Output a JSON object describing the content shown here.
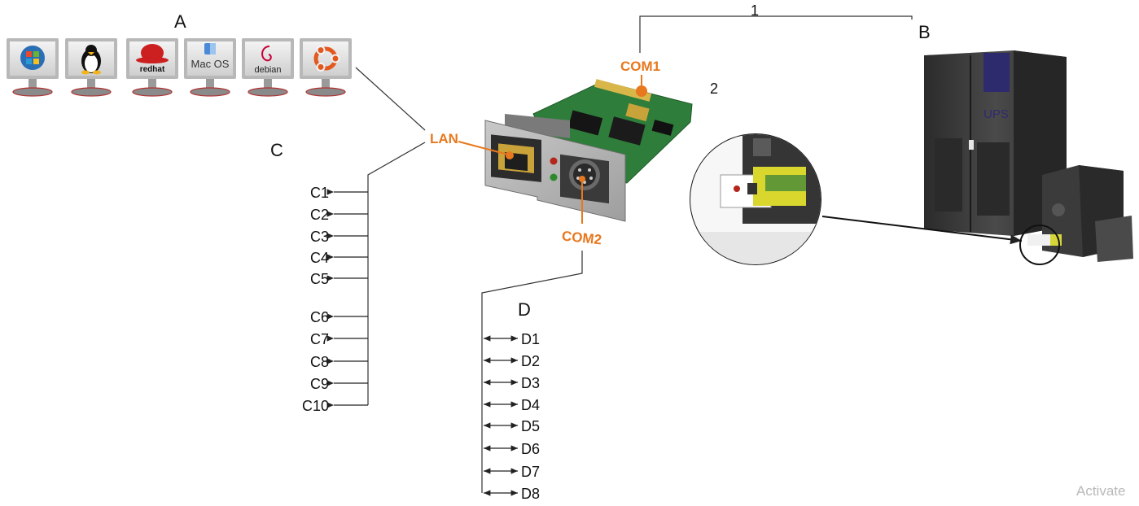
{
  "labels": {
    "a": "A",
    "b": "B",
    "c": "C",
    "d": "D",
    "one": "1",
    "two": "2"
  },
  "ports": {
    "lan": "LAN",
    "com1": "COM1",
    "com2": "COM2"
  },
  "os_icons": [
    {
      "name": "windows-icon",
      "text": ""
    },
    {
      "name": "linux-tux-icon",
      "text": ""
    },
    {
      "name": "redhat-icon",
      "text": "redhat"
    },
    {
      "name": "macos-icon",
      "text": "Mac OS"
    },
    {
      "name": "debian-icon",
      "text": "debian"
    },
    {
      "name": "ubuntu-icon",
      "text": ""
    }
  ],
  "c_outputs": [
    "C1",
    "C2",
    "C3",
    "C4",
    "C5",
    "C6",
    "C7",
    "C8",
    "C9",
    "C10"
  ],
  "d_outputs": [
    "D1",
    "D2",
    "D3",
    "D4",
    "D5",
    "D6",
    "D7",
    "D8"
  ],
  "ups_label": "UPS",
  "watermark": "Activate",
  "colors": {
    "accent": "#e8781e",
    "pcb": "#2f7d3a",
    "ups_body": "#3a3a3a",
    "ups_badge": "#2e2a6e"
  }
}
